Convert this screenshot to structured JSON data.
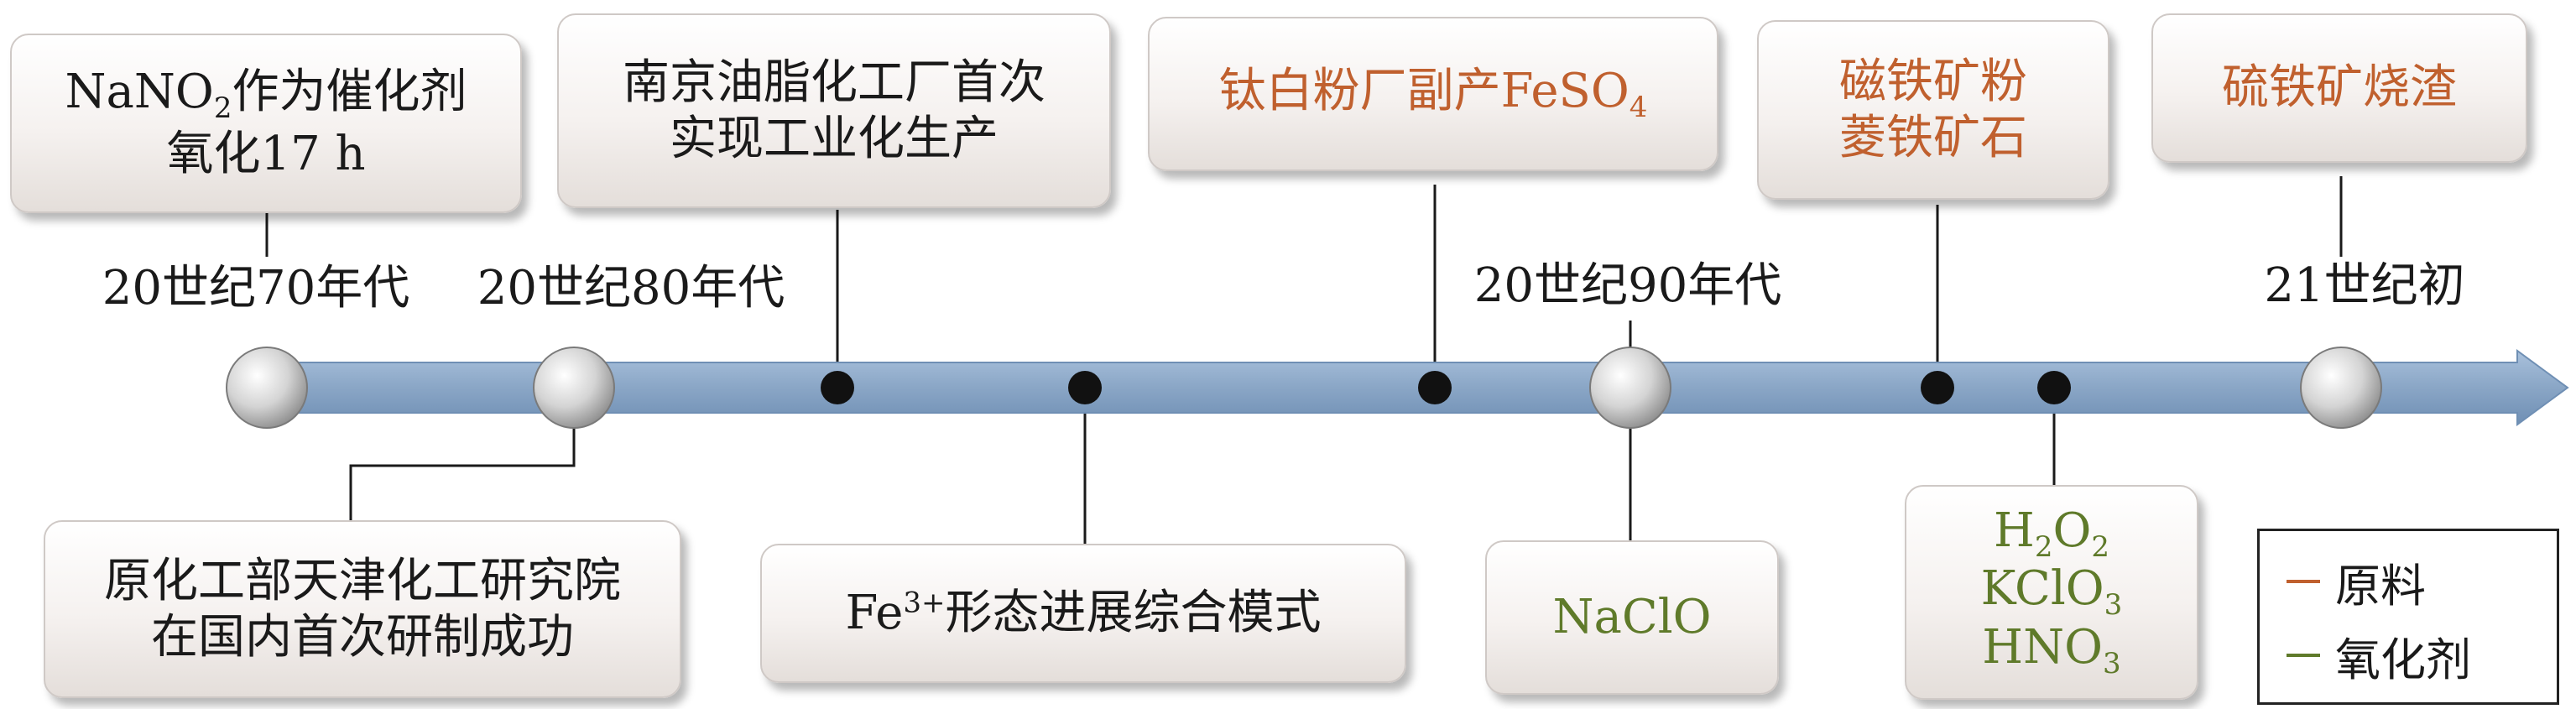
{
  "colors": {
    "raw_material": "#c0602e",
    "oxidant": "#5f7a2a",
    "axis": "#8fa9c8",
    "node": "#d6d6d6"
  },
  "timeline": {
    "eras": [
      {
        "id": "era-1970s",
        "label": "20世纪70年代"
      },
      {
        "id": "era-1980s",
        "label": "20世纪80年代"
      },
      {
        "id": "era-1990s",
        "label": "20世纪90年代"
      },
      {
        "id": "era-21c",
        "label": "21世纪初"
      }
    ]
  },
  "boxes": {
    "nano2": {
      "pre": "NaNO",
      "sub": "2",
      "post": "作为催化剂",
      "line2": "氧化17 h"
    },
    "nanjing": {
      "line1": "南京油脂化工厂首次",
      "line2": "实现工业化生产"
    },
    "titanium": {
      "text": "钛白粉厂副产FeSO",
      "sub": "4"
    },
    "magnetite": {
      "line1": "磁铁矿粉",
      "line2": "菱铁矿石"
    },
    "pyrite": {
      "text": "硫铁矿烧渣"
    },
    "institute": {
      "line1": "原化工部天津化工研究院",
      "line2": "在国内首次研制成功"
    },
    "fe3": {
      "pre": "Fe",
      "sup": "3+",
      "post": "形态进展综合模式"
    },
    "naclo": {
      "text": "NaClO"
    },
    "oxidants": {
      "h2o2": {
        "a": "H",
        "s1": "2",
        "b": "O",
        "s2": "2"
      },
      "kclo3": {
        "a": "KClO",
        "s1": "3"
      },
      "hno3": {
        "a": "HNO",
        "s1": "3"
      }
    }
  },
  "legend": {
    "raw_material": "原料",
    "oxidant": "氧化剂"
  }
}
